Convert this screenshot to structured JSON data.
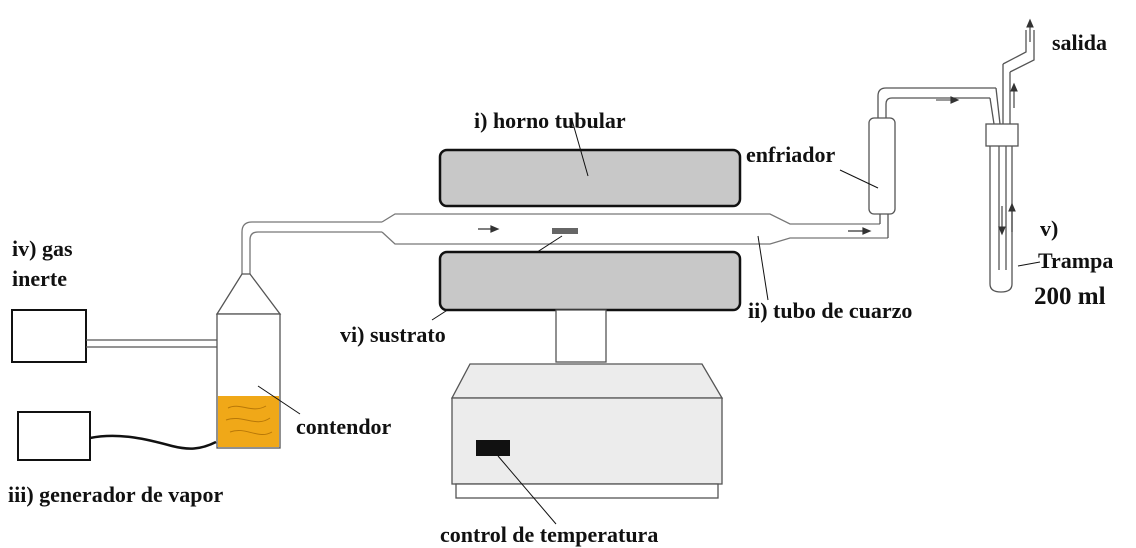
{
  "labels": {
    "horno": "i) horno tubular",
    "tubo": "ii) tubo de cuarzo",
    "generador": "iii) generador de vapor",
    "gas_line1": "iv) gas",
    "gas_line2": "inerte",
    "trampa_line1": "v)",
    "trampa_line2": "Trampa",
    "trampa_line3": "200 ml",
    "sustrato": "vi) sustrato",
    "enfriador": "enfriador",
    "salida": "salida",
    "contendor": "contendor",
    "control": "control de temperatura"
  },
  "colors": {
    "furnace_fill": "#c8c8c8",
    "liquid_fill": "#f0a818",
    "line": "#111111",
    "panel_light": "#ececec"
  }
}
